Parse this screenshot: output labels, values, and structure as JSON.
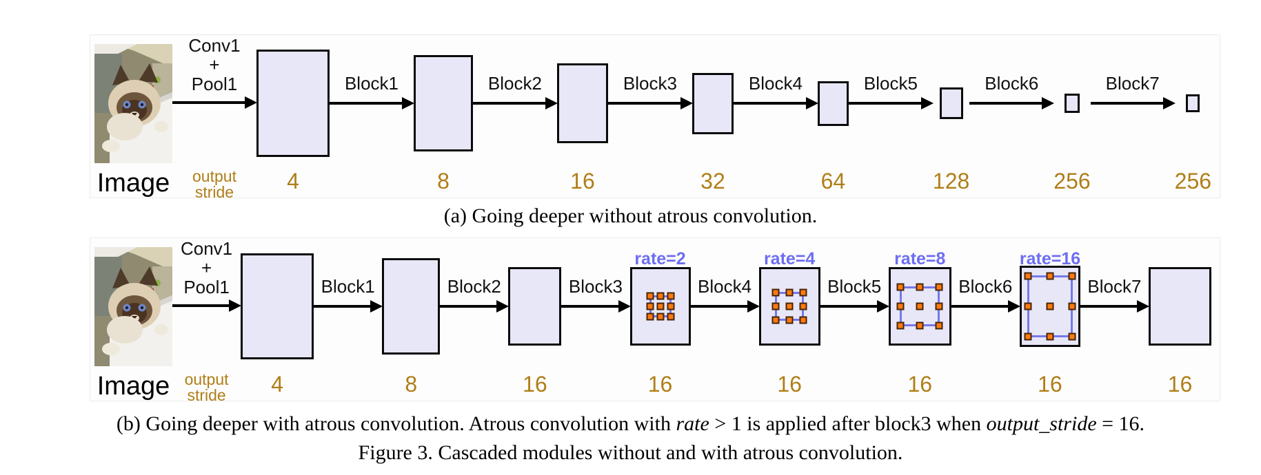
{
  "colors": {
    "block_fill": "#e7e7f8",
    "block_border": "#000000",
    "atrous_dot": "#ff7a10",
    "atrous_line": "#7678ea",
    "rate_label": "#6d6df2",
    "stride_text": "#b07e17"
  },
  "shared": {
    "image_label": "Image",
    "conv_line1": "Conv1",
    "conv_line2": "+",
    "conv_line3": "Pool1",
    "output_stride_line1": "output",
    "output_stride_line2": "stride"
  },
  "panel_a": {
    "block_labels": [
      "Block1",
      "Block2",
      "Block3",
      "Block4",
      "Block5",
      "Block6",
      "Block7"
    ],
    "strides": [
      "4",
      "8",
      "16",
      "32",
      "64",
      "128",
      "256",
      "256"
    ]
  },
  "panel_b": {
    "block_labels": [
      "Block1",
      "Block2",
      "Block3",
      "Block4",
      "Block5",
      "Block6",
      "Block7"
    ],
    "strides": [
      "4",
      "8",
      "16",
      "16",
      "16",
      "16",
      "16",
      "16"
    ],
    "rate_labels": [
      "rate=2",
      "rate=4",
      "rate=8",
      "rate=16"
    ]
  },
  "captions": {
    "a": "(a) Going deeper without atrous convolution.",
    "b_prefix": "(b) Going deeper with atrous convolution. Atrous convolution with ",
    "b_math_rate": "rate",
    "b_mid": " > 1 is applied after block3 when ",
    "b_math_os": "output_stride",
    "b_suffix": " = 16.",
    "figure": "Figure 3. Cascaded modules without and with atrous convolution."
  }
}
